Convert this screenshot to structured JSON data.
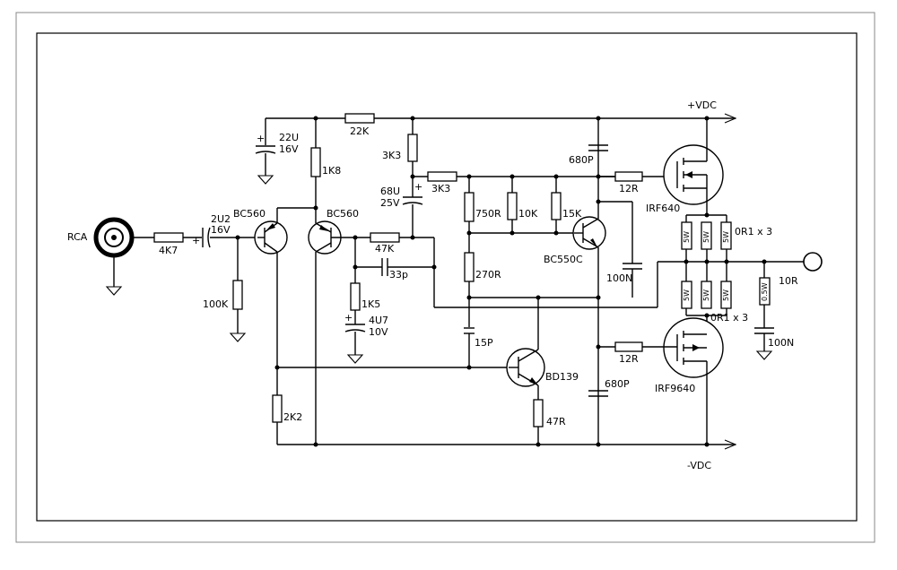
{
  "connectors": {
    "input": "RCA",
    "pos_rail": "+VDC",
    "neg_rail": "-VDC"
  },
  "parts": {
    "r_in": "4K7",
    "c_in_value": "2U2",
    "c_in_voltage": "16V",
    "r_bias": "100K",
    "q1": "BC560",
    "q2": "BC560",
    "r_1k8": "1K8",
    "c_22u_value": "22U",
    "c_22u_voltage": "16V",
    "r_22k": "22K",
    "r_3k3_a": "3K3",
    "r_3k3_b": "3K3",
    "c_68u_value": "68U",
    "c_68u_voltage": "25V",
    "r_47k": "47K",
    "c_33p": "33p",
    "r_1k5": "1K5",
    "c_4u7_value": "4U7",
    "c_4u7_voltage": "10V",
    "r_750": "750R",
    "r_10k": "10K",
    "r_15k": "15K",
    "r_270": "270R",
    "q3": "BC550C",
    "c_680p_top": "680P",
    "c_680p_bottom": "680P",
    "r_12r_top": "12R",
    "r_12r_bottom": "12R",
    "q_top": "IRF640",
    "q_bottom": "IRF9640",
    "c_100n_fb": "100N",
    "c_15p": "15P",
    "q_vbe": "BD139",
    "r_47r": "47R",
    "r_2k2": "2K2",
    "r_src_top": "0R1 x 3",
    "r_src_bottom": "0R1 x 3",
    "r_src_tag": "5W",
    "r_zobel_tag": "0.5W",
    "r_zobel": "10R",
    "c_zobel": "100N"
  },
  "symbols": {
    "plus": "+"
  },
  "icons": [
    "rca-jack-icon",
    "ground-icon",
    "transistor-icon",
    "mosfet-icon",
    "output-terminal-icon",
    "arrow-icon"
  ]
}
